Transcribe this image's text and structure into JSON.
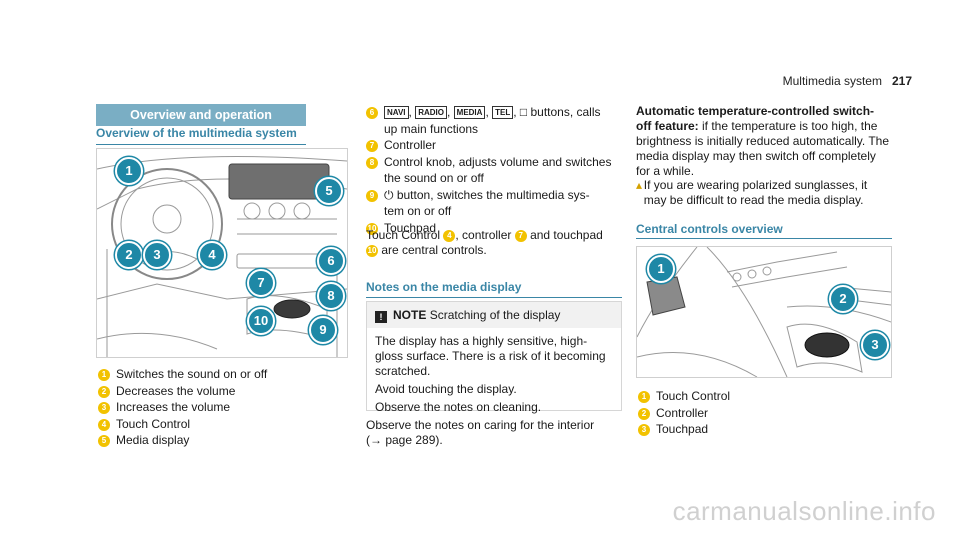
{
  "header": {
    "title": "Multimedia system",
    "page": "217"
  },
  "left": {
    "section_title": "Overview and operation",
    "subheading": "Overview of the multimedia system",
    "figure_callouts": [
      "1",
      "2",
      "3",
      "4",
      "5",
      "6",
      "7",
      "8",
      "9",
      "10"
    ],
    "items": [
      {
        "n": "1",
        "text": "Switches the sound on or off"
      },
      {
        "n": "2",
        "text": "Decreases the volume"
      },
      {
        "n": "3",
        "text": "Increases the volume"
      },
      {
        "n": "4",
        "text": "Touch Control"
      },
      {
        "n": "5",
        "text": "Media display"
      }
    ]
  },
  "middle": {
    "item6": {
      "n": "6",
      "keys": [
        "NAVI",
        "RADIO",
        "MEDIA",
        "TEL"
      ],
      "car_icon": "car-icon",
      "text1": " buttons, calls",
      "text2": "up main functions"
    },
    "items": [
      {
        "n": "7",
        "line1": "Controller",
        "line2": ""
      },
      {
        "n": "8",
        "line1": "Control knob, adjusts volume and switches",
        "line2": "the sound on or off"
      },
      {
        "n": "9",
        "line1": " button, switches the multimedia sys-",
        "line2": "tem on or off"
      },
      {
        "n": "10",
        "line1": "Touchpad",
        "line2": ""
      }
    ],
    "summary": {
      "p1": "Touch Control ",
      "n1": "4",
      "p2": ", controller ",
      "n2": "7",
      "p3": " and touchpad",
      "n3": "10",
      "p4": " are central controls."
    },
    "notes_heading": "Notes on the media display",
    "note": {
      "label": "NOTE",
      "title": "Scratching of the display",
      "body1": "The display has a highly sensitive, high-gloss surface. There is a risk of it becoming scratched.",
      "body2": "Avoid touching the display.",
      "body3": "Observe the notes on cleaning."
    },
    "observe1": "Observe the notes on caring for the interior",
    "observe2": "(→ page 289)."
  },
  "right": {
    "heading1": "Automatic temperature-controlled switch-",
    "heading2": "off feature:",
    "para": " if the temperature is too high, the brightness is initially reduced automatically. The media display may then switch off completely for a while.",
    "tip": "If you are wearing polarized sunglasses, it may be difficult to read the media display.",
    "subheading": "Central controls overview",
    "figure_callouts": [
      "1",
      "2",
      "3"
    ],
    "items": [
      {
        "n": "1",
        "text": "Touch Control"
      },
      {
        "n": "2",
        "text": "Controller"
      },
      {
        "n": "3",
        "text": "Touchpad"
      }
    ]
  },
  "watermark": "carmanualsonline.info"
}
